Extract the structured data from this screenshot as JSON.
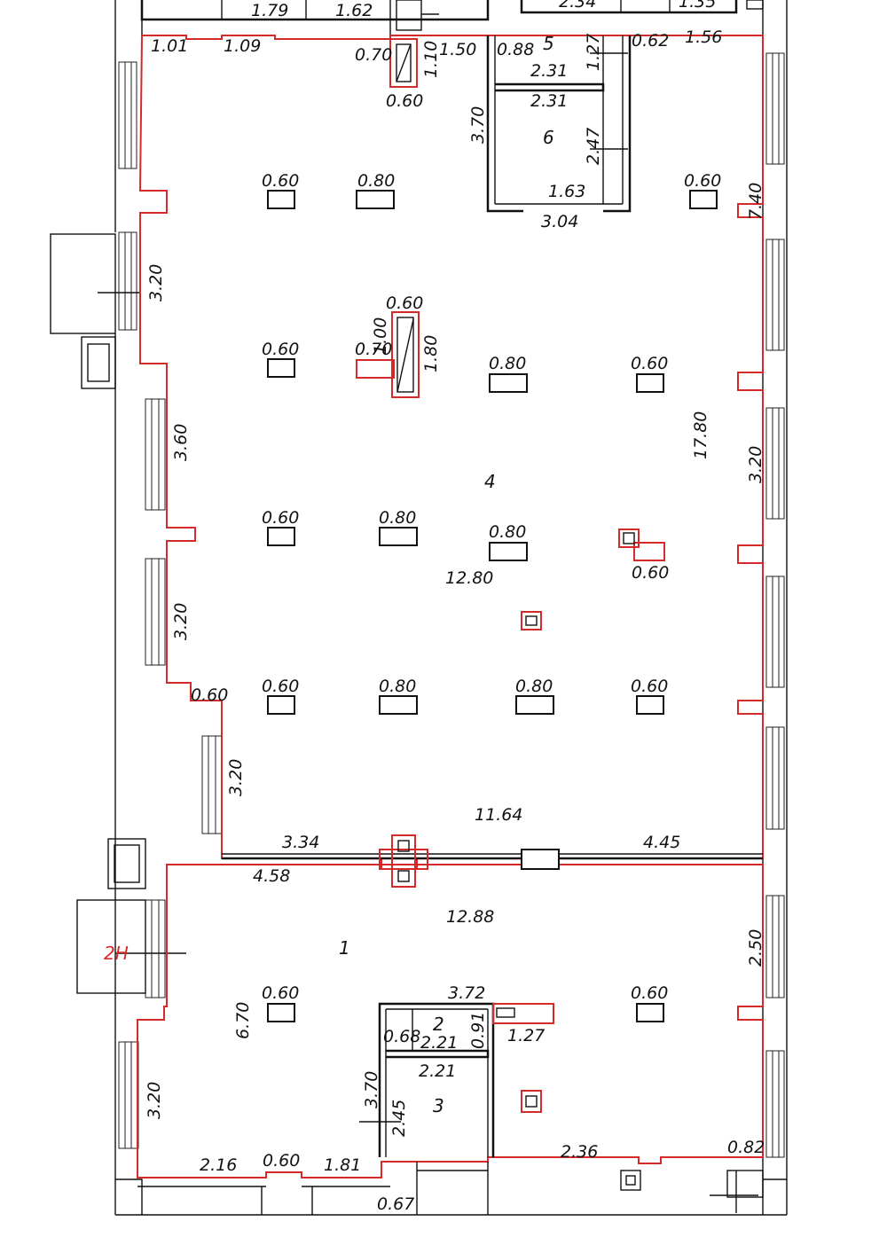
{
  "labels": {
    "top_left_1": "1.79",
    "top_left_2": "1.62",
    "top_right_1": "2.34",
    "top_right_2": "1.35",
    "w_101": "1.01",
    "w_109": "1.09",
    "w_070_top": "0.70",
    "w_110": "1.10",
    "w_150": "1.50",
    "w_060_shaft": "0.60",
    "w_088": "0.88",
    "w_127_top": "1.27",
    "w_062": "0.62",
    "w_156": "1.56",
    "w_231_a": "2.31",
    "w_231_b": "2.31",
    "w_370_top": "3.70",
    "w_247": "2.47",
    "w_163": "1.63",
    "w_304": "3.04",
    "w_740": "7.40",
    "w_320_left1": "3.20",
    "w_360": "3.60",
    "w_320_left2": "3.20",
    "w_320_left3": "3.20",
    "w_320_right": "3.20",
    "w_1780": "17.80",
    "w_1280": "12.80",
    "w_1164": "11.64",
    "w_334": "3.34",
    "w_445": "4.45",
    "w_458": "4.58",
    "w_1288": "12.88",
    "w_250": "2.50",
    "w_670": "6.70",
    "w_320_bottom": "3.20",
    "w_372": "3.72",
    "w_068": "0.68",
    "w_221_a": "2.21",
    "w_091": "0.91",
    "w_127_bot": "1.27",
    "w_221_b": "2.21",
    "w_370_bot": "3.70",
    "w_245": "2.45",
    "w_216": "2.16",
    "w_060_bot": "0.60",
    "w_181": "1.81",
    "w_236": "2.36",
    "w_082": "0.82",
    "w_067": "0.67",
    "w_060_left": "0.60",
    "w_070_mid": "0.70",
    "w_100": "1.00",
    "w_180": "1.80",
    "w_060_mid": "0.60",
    "w_060_right_col": "0.60"
  },
  "columns": {
    "r1": [
      "0.60",
      "0.80",
      "0.60"
    ],
    "r2": [
      "0.60",
      "0.80",
      "0.60"
    ],
    "r3": [
      "0.60",
      "0.80",
      "0.80"
    ],
    "r4": [
      "0.60",
      "0.80",
      "0.80",
      "0.60"
    ],
    "r5": [
      "0.60",
      "0.60"
    ]
  },
  "rooms": {
    "room_1": "1",
    "room_2": "2",
    "room_3": "3",
    "room_4": "4",
    "room_5": "5",
    "room_6": "6"
  },
  "marker": "2Н"
}
